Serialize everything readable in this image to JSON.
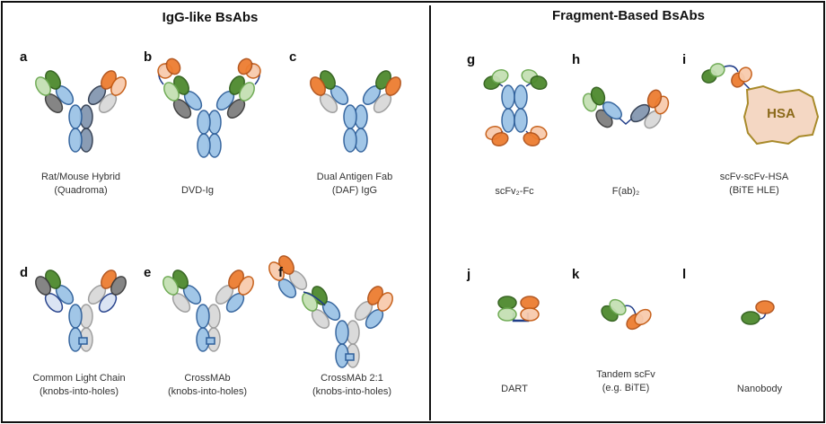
{
  "sections": {
    "igg_like": {
      "title": "IgG-like BsAbs"
    },
    "fragment": {
      "title": "Fragment-Based BsAbs"
    }
  },
  "panels": [
    {
      "letter": "a",
      "caption": [
        "Rat/Mouse Hybrid",
        "(Quadroma)"
      ]
    },
    {
      "letter": "b",
      "caption": [
        "DVD-Ig"
      ]
    },
    {
      "letter": "c",
      "caption": [
        "Dual Antigen Fab",
        "(DAF) IgG"
      ]
    },
    {
      "letter": "d",
      "caption": [
        "Common Light Chain",
        "(knobs-into-holes)"
      ]
    },
    {
      "letter": "e",
      "caption": [
        "CrossMAb",
        "(knobs-into-holes)"
      ]
    },
    {
      "letter": "f",
      "caption": [
        "CrossMAb 2:1",
        "(knobs-into-holes)"
      ]
    },
    {
      "letter": "g",
      "caption": [
        "scFv₂-Fc"
      ]
    },
    {
      "letter": "h",
      "caption": [
        "F(ab)₂"
      ]
    },
    {
      "letter": "i",
      "caption": [
        "scFv-scFv-HSA",
        "(BiTE HLE)"
      ]
    },
    {
      "letter": "j",
      "caption": [
        "DART"
      ]
    },
    {
      "letter": "k",
      "caption": [
        "Tandem scFv",
        "(e.g. BiTE)"
      ]
    },
    {
      "letter": "l",
      "caption": [
        "Nanobody"
      ]
    }
  ],
  "hsa_label": "HSA",
  "colors": {
    "blue": [
      "#9dc3e6",
      "#2e5f9a"
    ],
    "bluegrey": [
      "#8497b0",
      "#2f3b4f"
    ],
    "lightblue": [
      "#dae3f3",
      "#1f3c88"
    ],
    "darkgreen": [
      "#4e8a2e",
      "#2f5e1a"
    ],
    "lightgreen": [
      "#c5e0b4",
      "#6aa84f"
    ],
    "orange": [
      "#ed7d31",
      "#b0521a"
    ],
    "lightorange": [
      "#f8cbad",
      "#c55a11"
    ],
    "darkgrey": [
      "#7f7f7f",
      "#3a3a3a"
    ],
    "lightgrey": [
      "#d9d9d9",
      "#9a9a9a"
    ],
    "hsa": [
      "#f4d7c3",
      "#a88a2a"
    ],
    "hsa_text": "#8b6a1a",
    "linker": "#1f3c88"
  }
}
